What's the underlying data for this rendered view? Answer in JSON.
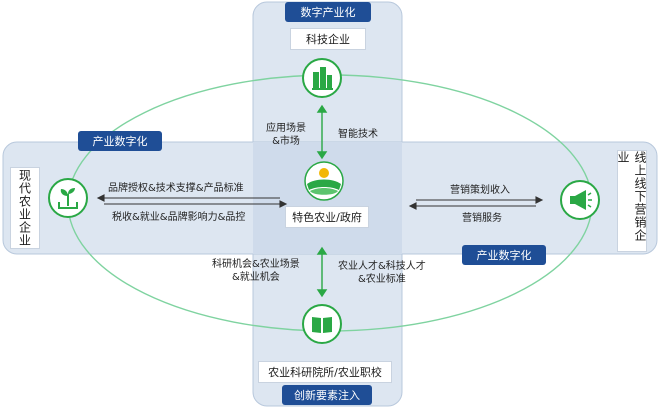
{
  "top_tag": "数字产业化",
  "top_box": "科技企业",
  "bottom_box": "农业科研院所/农业职校",
  "bottom_tag": "创新要素注入",
  "center_box": "特色农业/政府",
  "left_box": "现代农业企业",
  "right_box": "线上线下营销企业",
  "left_tag": "产业数字化",
  "right_tag": "产业数字化",
  "labels": {
    "top_left": "应用场景\n&市场",
    "top_right": "智能技术",
    "left_top": "品牌授权&技术支撑&产品标准",
    "left_bottom": "税收&就业&品牌影响力&品控",
    "right_top": "营销策划收入",
    "right_bottom": "营销服务",
    "bottom_left": "科研机会&农业场景\n&就业机会",
    "bottom_right": "农业人才&科技人才\n&农业标准"
  },
  "icons": {
    "top": "buildings-icon",
    "left": "seedling-icon",
    "right": "megaphone-icon",
    "bottom": "book-icon",
    "center": "farm-logo-icon"
  },
  "colors": {
    "primary": "#1f4e96",
    "green": "#2aa845",
    "band": "#dde6f1",
    "ellipse": "#7fd3a0"
  }
}
